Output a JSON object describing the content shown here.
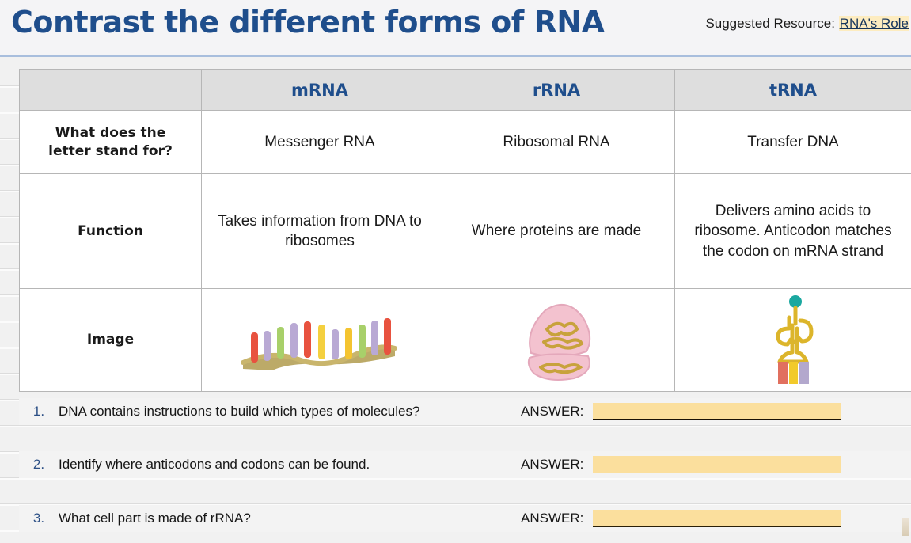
{
  "header": {
    "title": "Contrast the different forms of RNA",
    "resource_label": "Suggested Resource:",
    "resource_link": "RNA's Role",
    "title_color": "#1f4e8c",
    "link_highlight_color": "#fdecc0",
    "rule_color": "#a8bedd"
  },
  "table": {
    "header_bg": "#dedede",
    "header_text_color": "#1f4e8c",
    "columns": [
      {
        "label": ""
      },
      {
        "label": "mRNA"
      },
      {
        "label": "rRNA"
      },
      {
        "label": "tRNA"
      }
    ],
    "rows": [
      {
        "label": "What does the letter stand for?",
        "label_line1": "What does the",
        "label_line2": "letter stand for?",
        "cells": [
          "Messenger RNA",
          "Ribosomal RNA",
          "Transfer DNA"
        ]
      },
      {
        "label": "Function",
        "cells": [
          "Takes information from DNA to ribosomes",
          "Where proteins are made",
          "Delivers amino acids to ribosome. Anticodon matches the codon on mRNA strand"
        ]
      },
      {
        "label": "Image",
        "figures": [
          {
            "name": "mrna-strand-illustration",
            "alt": "mRNA single strand with colored bases on a wavy tan backbone"
          },
          {
            "name": "ribosome-illustration",
            "alt": "pink two-lobed ribosome with gold rRNA squiggles"
          },
          {
            "name": "trna-cloverleaf-illustration",
            "alt": "gold tRNA cloverleaf with teal amino acid and three colored anticodon bases"
          }
        ]
      }
    ]
  },
  "questions": {
    "answer_label": "ANSWER:",
    "answer_field_color": "#fbdf9d",
    "answer_placeholder": "",
    "items": [
      {
        "number": "1.",
        "text": "DNA contains instructions to build which types of molecules?",
        "answer": ""
      },
      {
        "number": "2.",
        "text": "Identify where anticodons and codons can be found.",
        "answer": ""
      },
      {
        "number": "3.",
        "text": "What cell part is made of rRNA?",
        "answer": ""
      }
    ]
  }
}
